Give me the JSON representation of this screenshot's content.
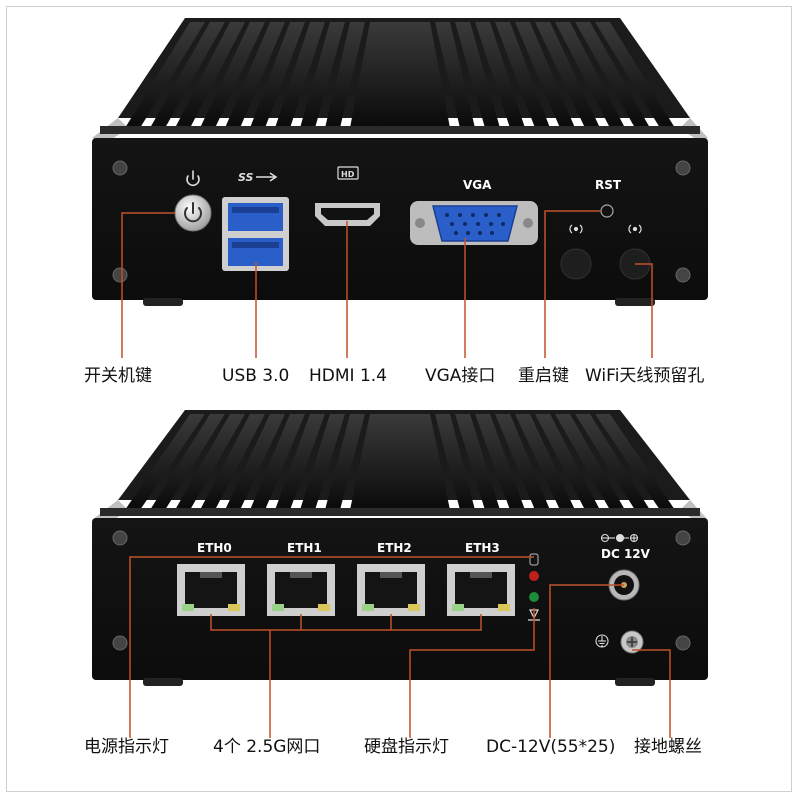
{
  "colors": {
    "accent": "#c0522a",
    "chassis": "#1a1a1a",
    "port_blue": "#2a5fc9"
  },
  "front_panel": {
    "port_labels": {
      "usb_logo": "SS",
      "hdmi_logo": "HD",
      "vga": "VGA",
      "rst": "RST"
    },
    "callouts": [
      "开关机键",
      "USB 3.0",
      "HDMI 1.4",
      "VGA接口",
      "重启键",
      "WiFi天线预留孔"
    ]
  },
  "rear_panel": {
    "eth_labels": [
      "ETH0",
      "ETH1",
      "ETH2",
      "ETH3"
    ],
    "dc_label": "DC 12V",
    "callouts": [
      "电源指示灯",
      "4个 2.5G网口",
      "硬盘指示灯",
      "DC-12V(55*25)",
      "接地螺丝"
    ]
  },
  "icons": [
    "power-icon",
    "usb-logo-icon",
    "hdmi-logo-icon",
    "wifi-antenna-icon",
    "ground-icon",
    "polarity-icon"
  ]
}
